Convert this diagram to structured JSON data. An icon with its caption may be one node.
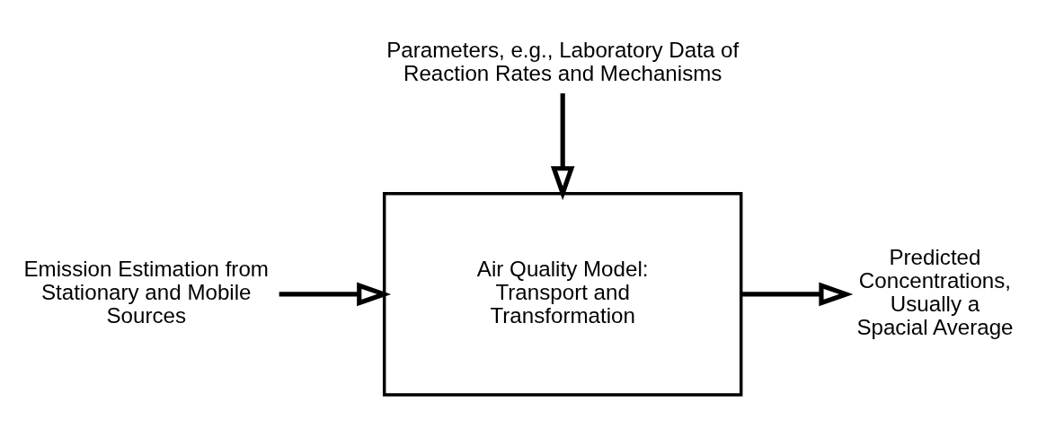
{
  "diagram": {
    "nodes": [
      {
        "text": [
          "Emission Estimation from Stationary and Mobile Sources"
        ]
      },
      {
        "text": [
          "Air Quality Model: Transport and Transformation"
        ]
      },
      {
        "text": [
          "Predicted Concentrations, Usually a Spacial Average"
        ]
      },
      {
        "text": [
          "Parameters, e.g., Laboratory Data of Reaction Rates and Mechanisms"
        ]
      }
    ],
    "edges": [
      {
        "from": 0,
        "to": 1,
        "arrow": "to"
      },
      {
        "from": 1,
        "to": 2,
        "arrow": "to"
      },
      {
        "from": 3,
        "to": 1,
        "arrow": "to"
      }
    ]
  }
}
